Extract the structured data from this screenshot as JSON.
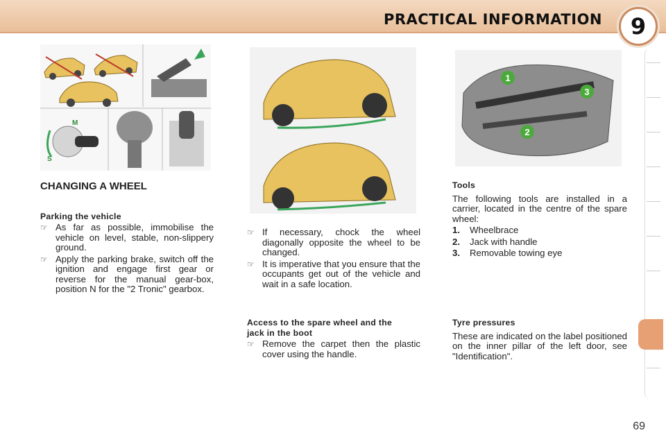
{
  "header": {
    "title": "PRACTICAL INFORMATION",
    "chapter": "9"
  },
  "left": {
    "heading": "CHANGING A WHEEL",
    "subheading": "Parking the vehicle",
    "bullets": [
      "As far as possible, immobilise the vehicle on level, stable, non-slippery ground.",
      "Apply the parking brake, switch off the ignition and engage first gear or reverse for the manual gear-box, position N for the \"2 Tronic\" gearbox."
    ]
  },
  "middle": {
    "bullets": [
      "If necessary, chock the wheel diagonally opposite the wheel to be changed.",
      "It is imperative that you ensure that the occupants get out of the vehicle and wait in a safe location."
    ],
    "access_heading": "Access to the spare wheel and the jack in the boot",
    "access_bullet": "Remove the carpet then the plastic cover using the handle."
  },
  "right": {
    "tools_heading": "Tools",
    "tools_intro": "The following tools are installed in a carrier, located in the centre of the spare wheel:",
    "tools": [
      {
        "n": "1.",
        "label": "Wheelbrace"
      },
      {
        "n": "2.",
        "label": "Jack with handle"
      },
      {
        "n": "3.",
        "label": "Removable towing eye"
      }
    ],
    "tyre_heading": "Tyre pressures",
    "tyre_text": "These are indicated on the label positioned on the inner pillar of the left door, see \"Identification\"."
  },
  "figures": {
    "gear_labels": {
      "m": "M",
      "s": "S"
    },
    "callouts": [
      "1",
      "2",
      "3"
    ]
  },
  "page_number": "69",
  "bullet_icon": "pointing-hand-icon",
  "colors": {
    "accent": "#e6a073",
    "car": "#e7c25e",
    "callout": "#4caa3c",
    "arrow": "#3aa55a"
  }
}
